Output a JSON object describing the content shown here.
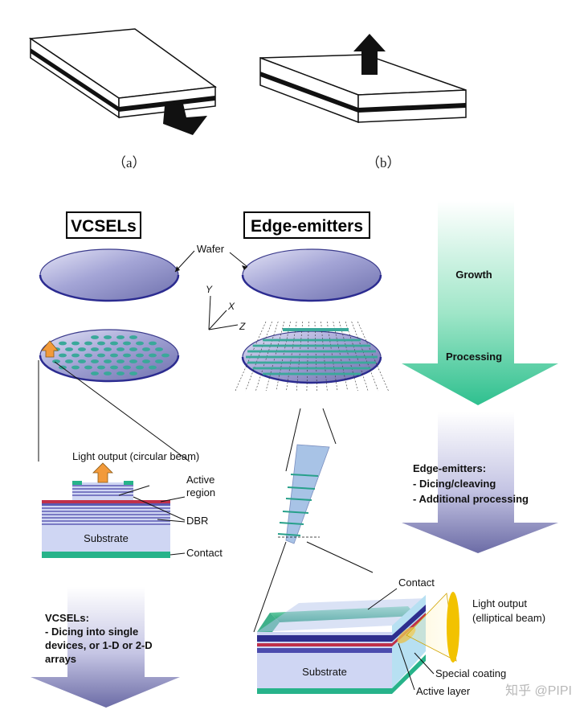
{
  "panel_labels": {
    "a": "（a）",
    "b": "（b）"
  },
  "titles": {
    "vcsels": "VCSELs",
    "edge_emitters": "Edge-emitters"
  },
  "labels": {
    "wafer": "Wafer",
    "axis_y": "Y",
    "axis_x": "X",
    "axis_z": "Z",
    "growth": "Growth",
    "processing": "Processing",
    "light_output_circular": "Light output (circular beam)",
    "active_region_1": "Active",
    "active_region_2": "region",
    "dbr": "DBR",
    "substrate_left": "Substrate",
    "contact_left": "Contact",
    "edge_steps_title": "Edge-emitters:",
    "edge_step_1": "- Dicing/cleaving",
    "edge_step_2": "- Additional processing",
    "vcsel_steps_title": "VCSELs:",
    "vcsel_step_1": "- Dicing into single",
    "vcsel_step_2": "devices, or 1-D or 2-D",
    "vcsel_step_3": "arrays",
    "contact_right": "Contact",
    "light_output_elliptical_1": "Light output",
    "light_output_elliptical_2": "(elliptical beam)",
    "special_coating": "Special coating",
    "active_layer": "Active layer",
    "substrate_right": "Substrate",
    "watermark": "知乎 @PIPI"
  },
  "colors": {
    "wafer": "#8e8fc8",
    "vcsel_dot": "#3aa89a",
    "green_arrow": "#3fc99a",
    "purple_arrow": "#6f6fa8",
    "orange_arrow": "#f29a3a",
    "active_red": "#c0304a",
    "dbr_blue": "#2e2e8e",
    "substrate": "#cfd6f3",
    "contact_teal": "#27b38a",
    "beam_yellow": "#f2c200"
  }
}
